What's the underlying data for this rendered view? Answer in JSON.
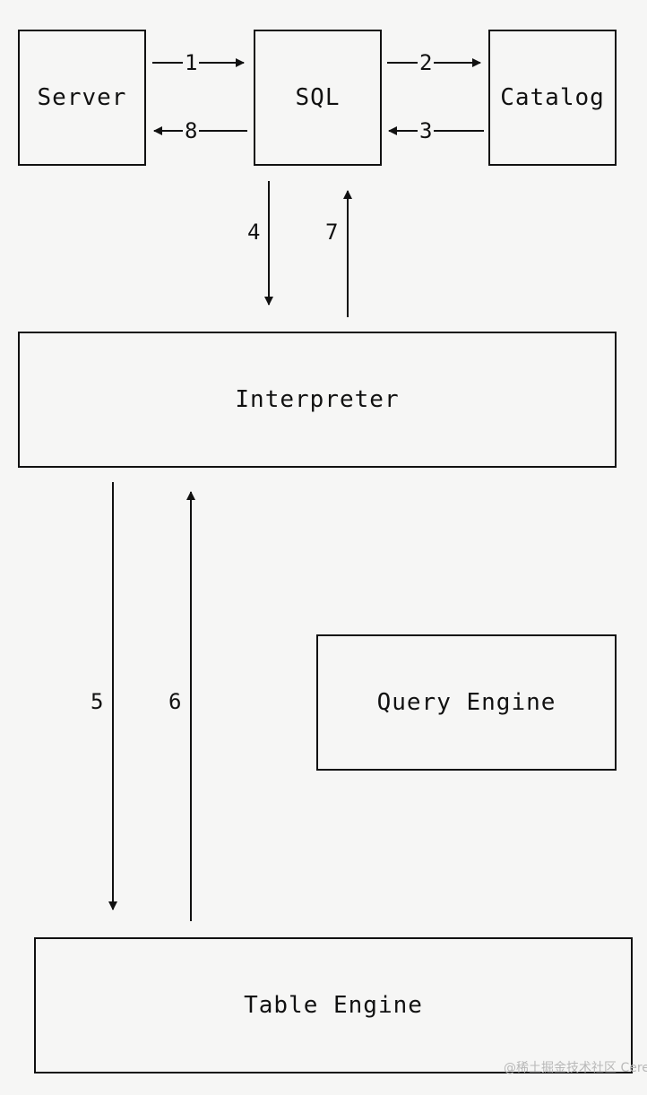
{
  "boxes": {
    "server": "Server",
    "sql": "SQL",
    "catalog": "Catalog",
    "interpreter": "Interpreter",
    "query_engine": "Query Engine",
    "table_engine": "Table Engine"
  },
  "steps": [
    "1",
    "2",
    "3",
    "4",
    "5",
    "6",
    "7",
    "8"
  ],
  "watermark": "@稀土掘金技术社区 CeresDB"
}
